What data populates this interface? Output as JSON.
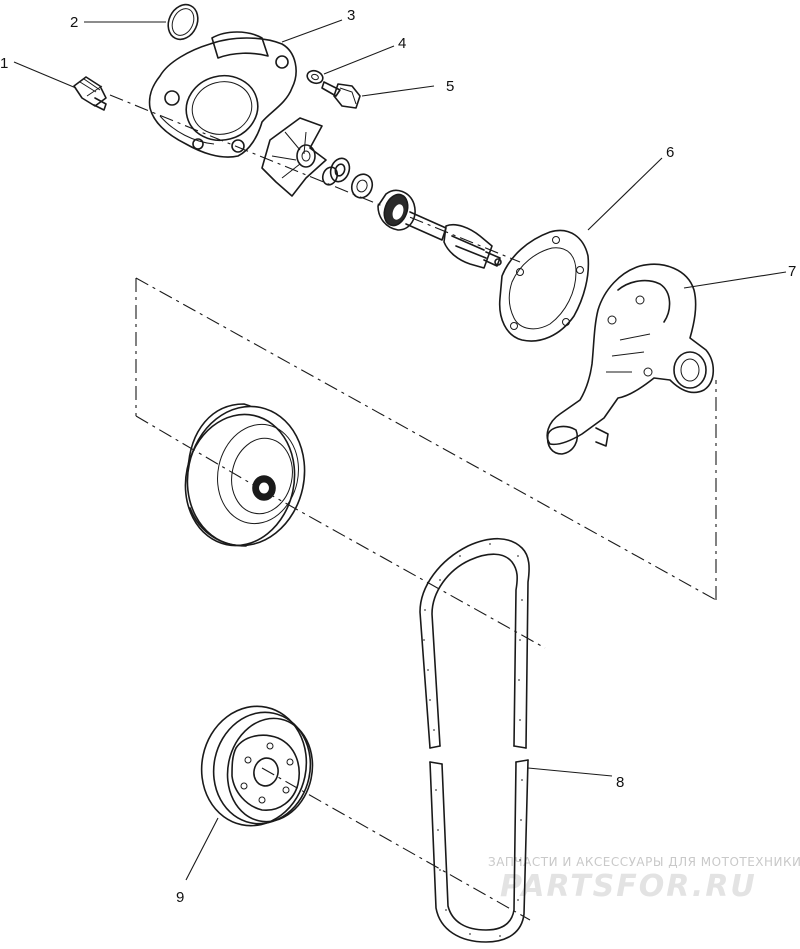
{
  "callouts": [
    {
      "id": "1",
      "label": "1"
    },
    {
      "id": "2",
      "label": "2"
    },
    {
      "id": "3",
      "label": "3"
    },
    {
      "id": "4",
      "label": "4"
    },
    {
      "id": "5",
      "label": "5"
    },
    {
      "id": "6",
      "label": "6"
    },
    {
      "id": "7",
      "label": "7"
    },
    {
      "id": "8",
      "label": "8"
    },
    {
      "id": "9",
      "label": "9"
    }
  ],
  "watermark": {
    "tagline": "ЗАПЧАСТИ И АКСЕССУАРЫ ДЛЯ МОТОТЕХНИКИ",
    "logo": "PARTSFOR.RU"
  }
}
